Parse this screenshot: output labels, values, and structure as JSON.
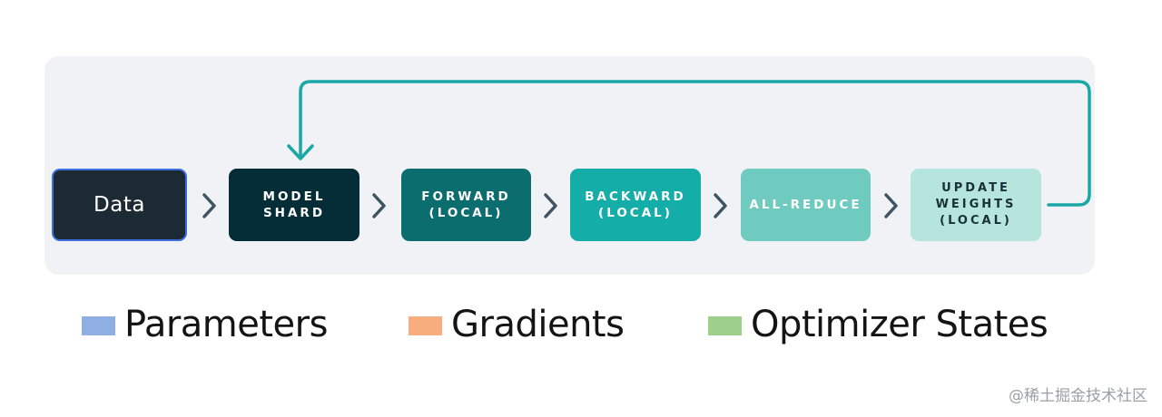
{
  "diagram": {
    "steps": [
      {
        "label": "Data",
        "color": "#1b2a33"
      },
      {
        "label": "MODEL\nSHARD",
        "color": "#052d38"
      },
      {
        "label": "FORWARD\n(LOCAL)",
        "color": "#0c6d6f"
      },
      {
        "label": "BACKWARD\n(LOCAL)",
        "color": "#15ada7"
      },
      {
        "label": "ALL-REDUCE",
        "color": "#6fcbbf"
      },
      {
        "label": "UPDATE\nWEIGHTS\n(LOCAL)",
        "color": "#b5e5dd"
      }
    ],
    "arrow_icon": "chevron-right-icon",
    "loop_color": "#1aa8a6"
  },
  "legend": [
    {
      "label": "Parameters",
      "color": "#8eaee4"
    },
    {
      "label": "Gradients",
      "color": "#f7ad7e"
    },
    {
      "label": "Optimizer States",
      "color": "#9dd08a"
    }
  ],
  "watermark": "@稀土掘金技术社区"
}
